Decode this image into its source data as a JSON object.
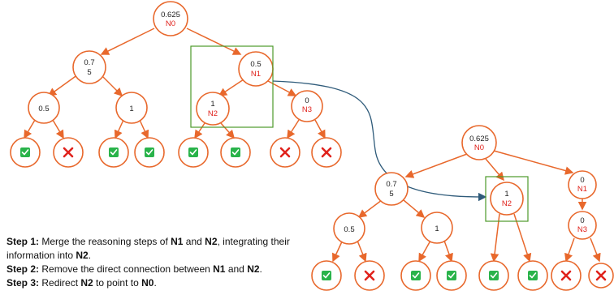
{
  "left_tree": {
    "n0": {
      "value": "0.625",
      "label": "N0"
    },
    "a": {
      "value_line1": "0.7",
      "value_line2": "5"
    },
    "n1": {
      "value": "0.5",
      "label": "N1"
    },
    "b": {
      "value": "0.5"
    },
    "c": {
      "value": "1"
    },
    "n2": {
      "value": "1",
      "label": "N2"
    },
    "n3": {
      "value": "0",
      "label": "N3"
    },
    "leaves": [
      "check",
      "cross",
      "check",
      "check",
      "check",
      "check",
      "cross",
      "cross"
    ]
  },
  "right_tree": {
    "n0": {
      "value": "0.625",
      "label": "N0"
    },
    "a": {
      "value_line1": "0.7",
      "value_line2": "5"
    },
    "n2": {
      "value": "1",
      "label": "N2"
    },
    "n1": {
      "value": "0",
      "label": "N1"
    },
    "b": {
      "value": "0.5"
    },
    "c": {
      "value": "1"
    },
    "n3": {
      "value": "0",
      "label": "N3"
    },
    "leaves": [
      "check",
      "cross",
      "check",
      "check",
      "check",
      "check",
      "cross",
      "cross"
    ]
  },
  "steps": [
    {
      "prefix": "Step 1:",
      "parts": [
        " Merge the reasoning steps of ",
        "N1",
        " and ",
        "N2",
        ", integrating their information into ",
        "N2",
        "."
      ]
    },
    {
      "prefix": "Step 2:",
      "parts": [
        " Remove the direct connection between ",
        "N1",
        " and ",
        "N2",
        "."
      ]
    },
    {
      "prefix": "Step 3:",
      "parts": [
        " Redirect ",
        "N2",
        " to point to ",
        "N0",
        "."
      ]
    }
  ],
  "colors": {
    "node_stroke": "#e8682c",
    "node_label": "#e0221c",
    "highlight_box": "#4c9a2a",
    "arrow": "#2f5b7a",
    "check": "#29b34a",
    "cross": "#e0221c"
  }
}
